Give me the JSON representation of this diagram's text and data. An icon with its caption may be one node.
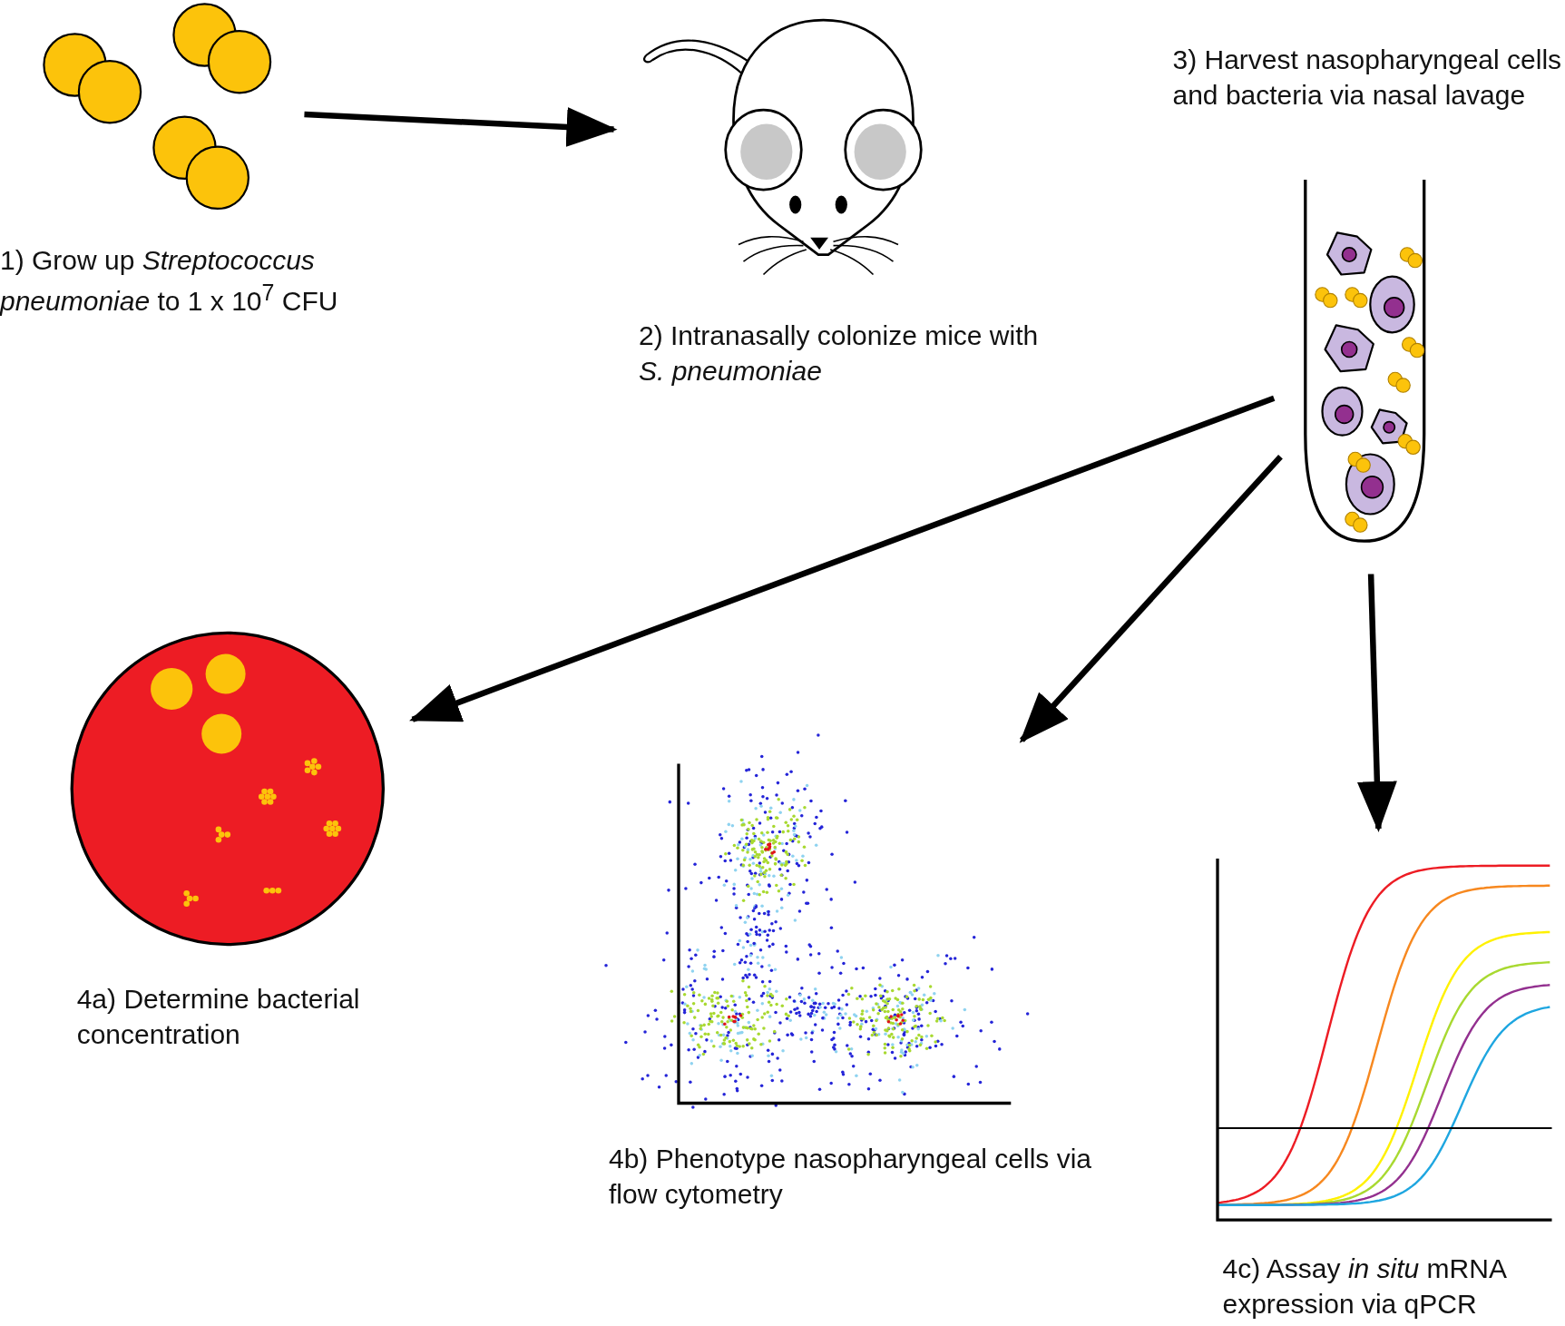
{
  "diagram": {
    "nodes": [
      {
        "text": [],
        "shape": "picture",
        "beside": [
          "1) Grow up *Streptococcus pneumoniae* to 1 x 10$^{7}$ CFU"
        ]
      },
      {
        "text": [],
        "shape": "picture",
        "beside": [
          "2) Intranasally colonize mice with *S. pneumoniae*"
        ]
      },
      {
        "text": [],
        "shape": "picture",
        "beside": [
          "3) Harvest nasopharyngeal cells and bacteria via nasal lavage"
        ]
      },
      {
        "text": [],
        "shape": "picture",
        "beside": [
          "4a) Determine bacterial concentration"
        ]
      },
      {
        "text": [],
        "shape": "picture",
        "beside": [
          "4b) Phenotype nasopharyngeal cells via flow cytometry"
        ]
      },
      {
        "text": [],
        "shape": "picture",
        "beside": [
          "4c) Assay *in situ* mRNA expression via qPCR"
        ]
      }
    ],
    "edges": [
      {
        "from": 0,
        "to": 1,
        "arrow": "to"
      },
      {
        "from": 2,
        "to": 3,
        "arrow": "to"
      },
      {
        "from": 2,
        "to": 4,
        "arrow": "to"
      },
      {
        "from": 2,
        "to": 5,
        "arrow": "to"
      }
    ]
  }
}
